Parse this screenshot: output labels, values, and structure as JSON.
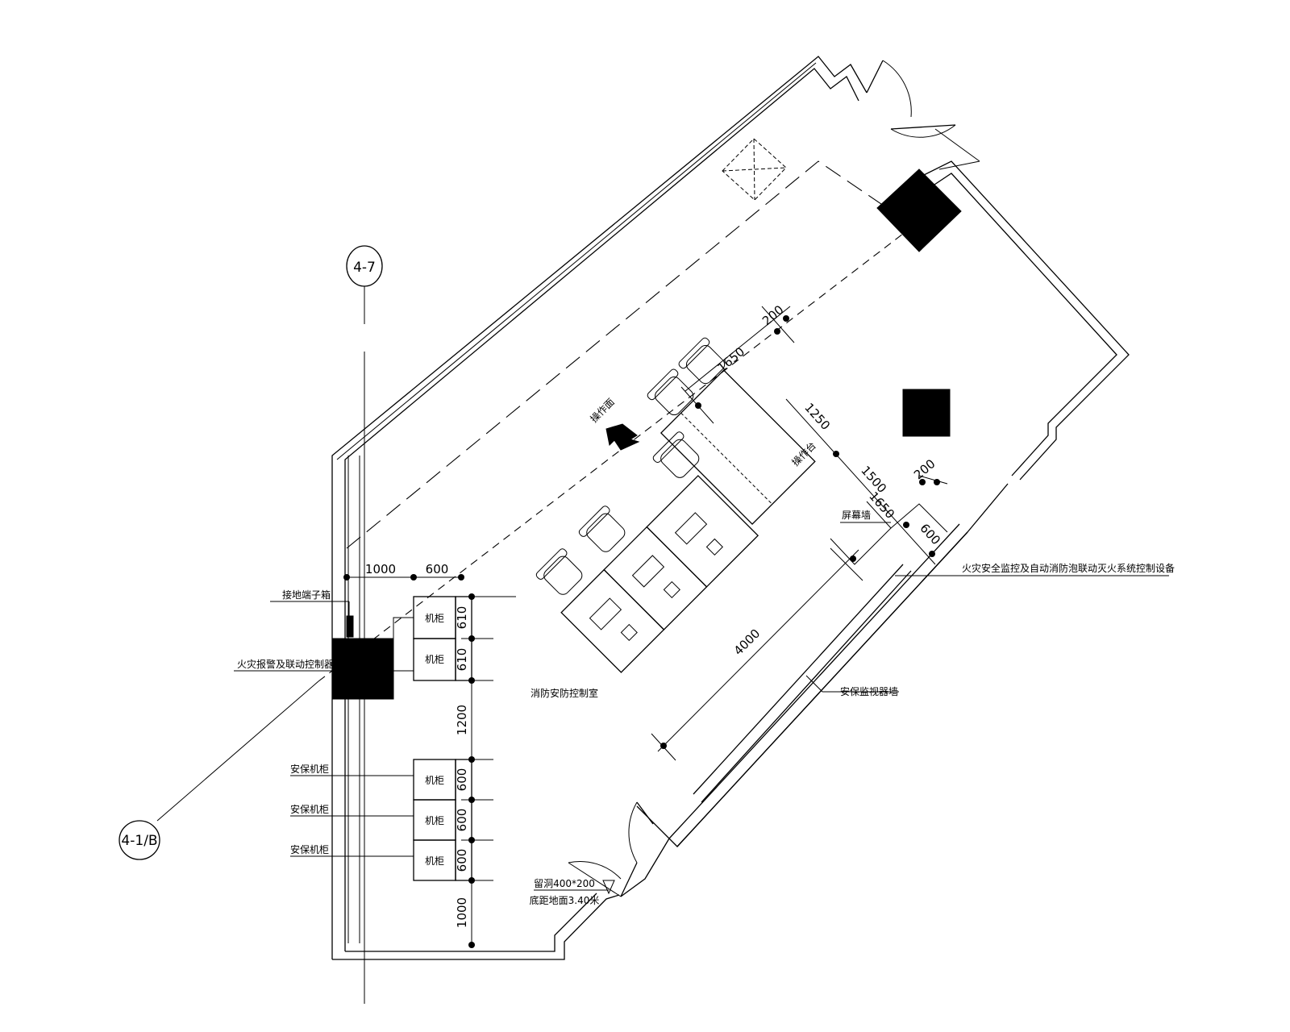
{
  "axes": {
    "top": "4-7",
    "left": "4-1/B"
  },
  "room_name": "消防安防控制室",
  "labels": {
    "ground_box": "接地端子箱",
    "fire_controller": "火灾报警及联动控制器",
    "security_cabinet_1": "安保机柜",
    "security_cabinet_2": "安保机柜",
    "security_cabinet_3": "安保机柜",
    "operation_face": "操作面",
    "console": "操作台",
    "screen_wall": "屏幕墙",
    "fire_monitoring": "火灾安全监控及自动消防泡联动灭火系统控制设备",
    "security_monitor_wall": "安保监视器墙",
    "reserved_hole": "留洞400*200",
    "hole_height": "底距地面3.40米"
  },
  "cabinets": [
    "机柜",
    "机柜",
    "机柜",
    "机柜",
    "机柜"
  ],
  "dims": {
    "top_1000": "1000",
    "top_600": "600",
    "v_610a": "610",
    "v_610b": "610",
    "v_1200": "1200",
    "v_600a": "600",
    "v_600b": "600",
    "v_600c": "600",
    "v_1000": "1000",
    "d_200a": "200",
    "d_1650a": "1650",
    "d_1250": "1250",
    "d_1500": "1500",
    "d_1650b": "1650",
    "d_200b": "200",
    "d_600": "600",
    "d_4000": "4000"
  }
}
